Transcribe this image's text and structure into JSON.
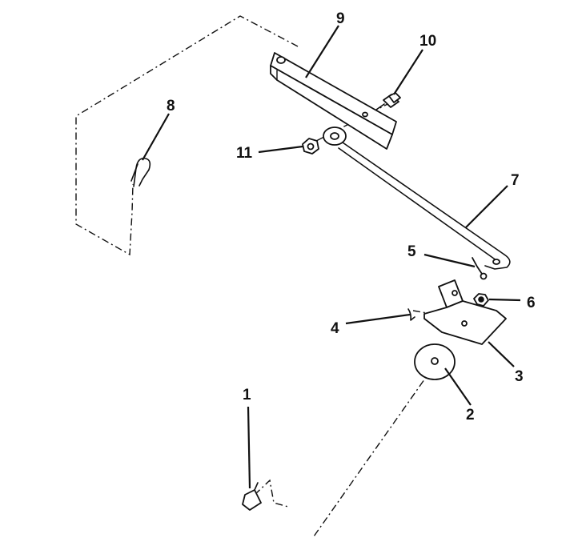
{
  "callouts": {
    "c1": "1",
    "c2": "2",
    "c3": "3",
    "c4": "4",
    "c5": "5",
    "c6": "6",
    "c7": "7",
    "c8": "8",
    "c9": "9",
    "c10": "10",
    "c11": "11"
  },
  "colors": {
    "ink": "#111111",
    "background": "#ffffff"
  }
}
